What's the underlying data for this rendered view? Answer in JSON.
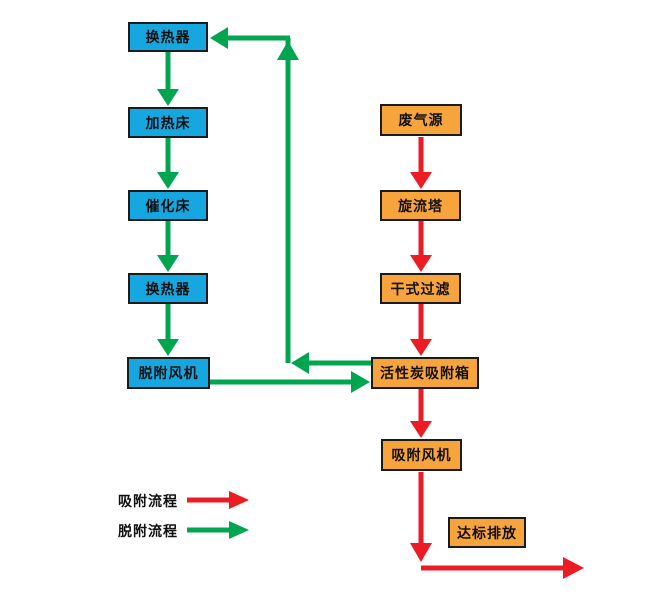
{
  "colors": {
    "box_blue": "#17A7E0",
    "box_orange": "#F8A43D",
    "border_dark": "#1B1B1B",
    "arrow_red": "#EC1C24",
    "arrow_green": "#00A64F",
    "text": "#111111",
    "background": "#FFFFFF"
  },
  "flow": {
    "desorption_boxes": [
      {
        "label": "换热器"
      },
      {
        "label": "加热床"
      },
      {
        "label": "催化床"
      },
      {
        "label": "换热器"
      },
      {
        "label": "脱附风机"
      }
    ],
    "adsorption_boxes": [
      {
        "label": "废气源"
      },
      {
        "label": "旋流塔"
      },
      {
        "label": "干式过滤"
      },
      {
        "label": "活性炭吸附箱"
      },
      {
        "label": "吸附风机"
      },
      {
        "label": "达标排放"
      }
    ]
  },
  "legend": {
    "items": [
      {
        "label": "吸附流程",
        "color": "#EC1C24"
      },
      {
        "label": "脱附流程",
        "color": "#00A64F"
      }
    ]
  }
}
